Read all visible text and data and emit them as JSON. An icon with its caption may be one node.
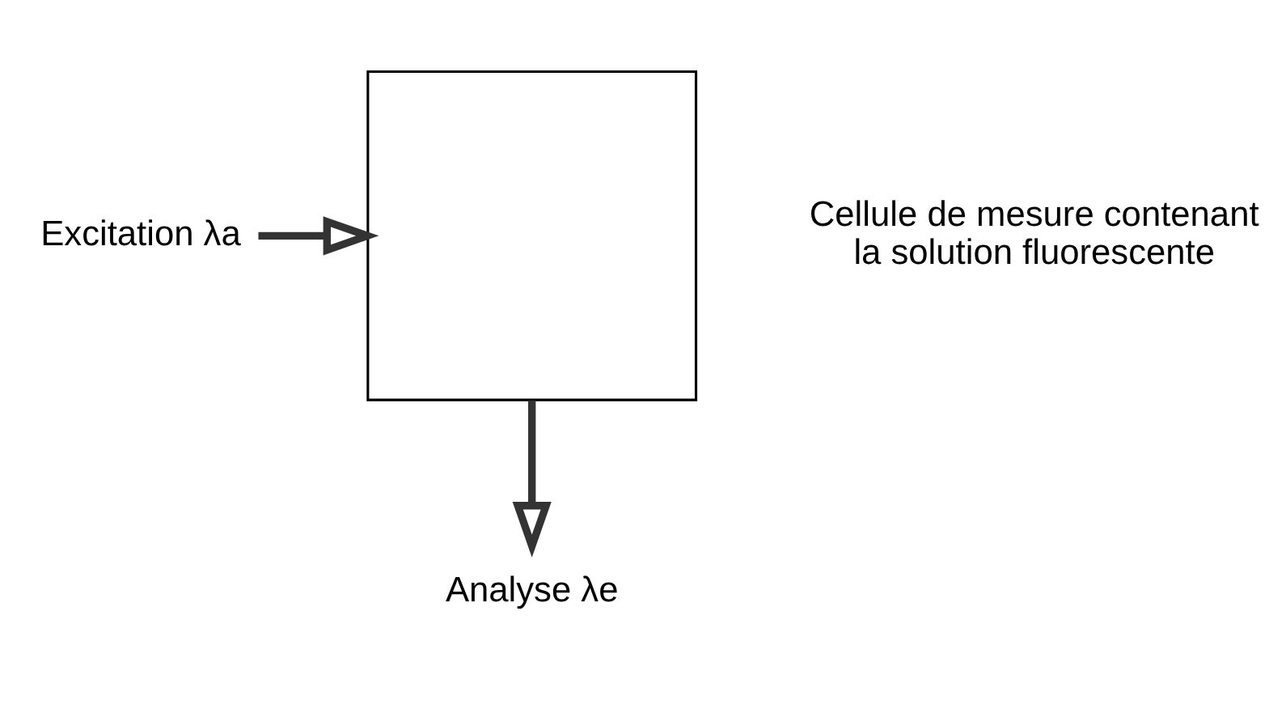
{
  "diagram": {
    "nodes": [
      {
        "text": [],
        "shape": "box",
        "beside": [
          "Cellule de mesure contenant la solution fluorescente"
        ]
      },
      {
        "text": [
          "Excitation λa"
        ]
      },
      {
        "text": [
          "Analyse λe"
        ]
      }
    ],
    "edges": [
      {
        "from": 1,
        "to": 0,
        "arrow": "to"
      },
      {
        "from": 0,
        "to": 2,
        "arrow": "to"
      }
    ]
  }
}
